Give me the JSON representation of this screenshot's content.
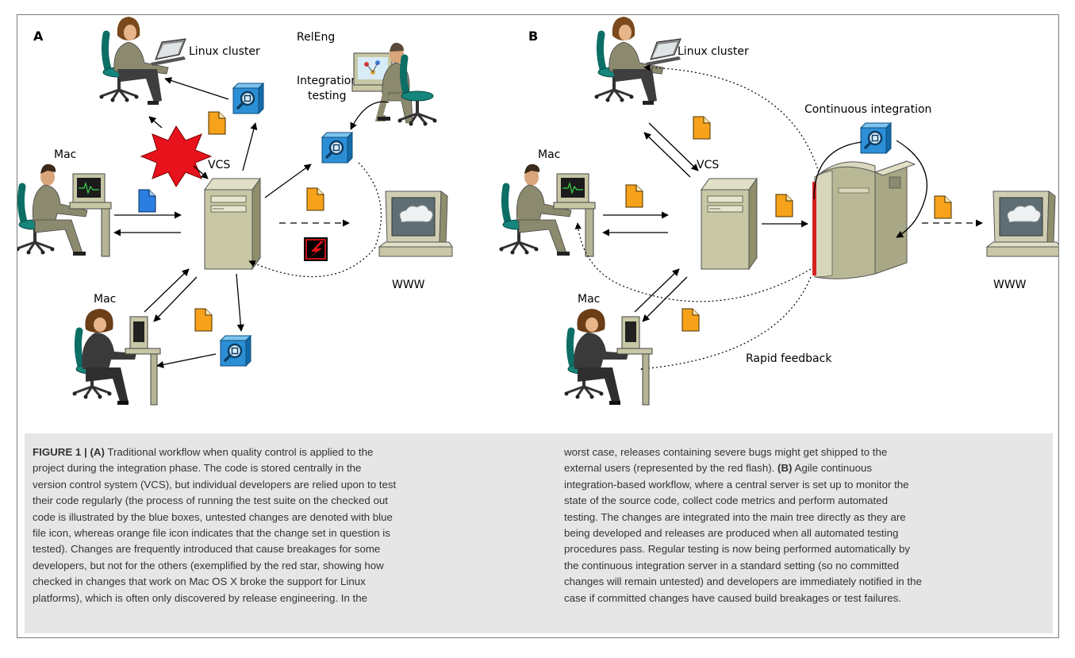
{
  "panel_a": {
    "label": "A",
    "labels": {
      "linux_cluster": "Linux cluster",
      "releng": "RelEng",
      "integration_testing": [
        "Integration",
        "testing"
      ],
      "mac_top": "Mac",
      "vcs": "VCS",
      "mac_bottom": "Mac",
      "www": "WWW"
    }
  },
  "panel_b": {
    "label": "B",
    "labels": {
      "linux_cluster": "Linux cluster",
      "continuous_integration": "Continuous integration",
      "mac_top": "Mac",
      "vcs": "VCS",
      "mac_bottom": "Mac",
      "rapid_feedback": "Rapid feedback",
      "www": "WWW"
    }
  },
  "icons": [
    "developer-female-laptop",
    "developer-male-workstation",
    "developer-female-desktop",
    "releng-workstation",
    "server-tower-vcs",
    "ci-server",
    "web-terminal",
    "test-box-icon",
    "orange-file-icon",
    "blue-file-icon",
    "red-star-breakage",
    "red-flash-icon"
  ],
  "colors": {
    "test_box": "#2c8fd6",
    "orange_file": "#f7a21b",
    "blue_file": "#2a7de1",
    "red_star": "#e8121c",
    "server": "#c8c7a6",
    "caption_bg": "#e6e6e6"
  },
  "caption": {
    "figure_label": "FIGURE 1 | ",
    "left_lines": [
      {
        "b": "(A)",
        "t": " Traditional workflow when quality control is applied to the"
      },
      {
        "t": "project during the integration phase. The code is stored centrally in the"
      },
      {
        "t": "version control system (VCS), but individual developers are relied upon to test"
      },
      {
        "t": "their code regularly (the process of running the test suite on the checked out"
      },
      {
        "t": "code is illustrated by the blue boxes, untested changes are denoted with blue"
      },
      {
        "t": "file icon, whereas orange file icon indicates that the change set in question is"
      },
      {
        "t": "tested). Changes are frequently introduced that cause breakages for some"
      },
      {
        "t": "developers, but not for the others (exemplified by the red star, showing how"
      },
      {
        "t": "checked in changes that work on Mac OS X broke the support for Linux"
      },
      {
        "t": "platforms), which is often only discovered by release engineering. In the"
      }
    ],
    "right_lines": [
      {
        "t": "worst case, releases containing severe bugs might get shipped to the"
      },
      {
        "t": "external users (represented by the red flash). ",
        "b": "(B)",
        "t2": " Agile continuous"
      },
      {
        "t": "integration-based workflow, where a central server is set up to monitor the"
      },
      {
        "t": "state of the source code, collect code metrics and perform automated"
      },
      {
        "t": "testing. The changes are integrated into the main tree directly as they are"
      },
      {
        "t": "being developed and releases are produced when all automated testing"
      },
      {
        "t": "procedures pass. Regular testing is now being performed automatically by"
      },
      {
        "t": "the continuous integration server in a standard setting (so no committed"
      },
      {
        "t": "changes will remain untested) and developers are immediately notified in the"
      },
      {
        "t": "case if committed changes have caused build breakages or test failures."
      }
    ]
  }
}
